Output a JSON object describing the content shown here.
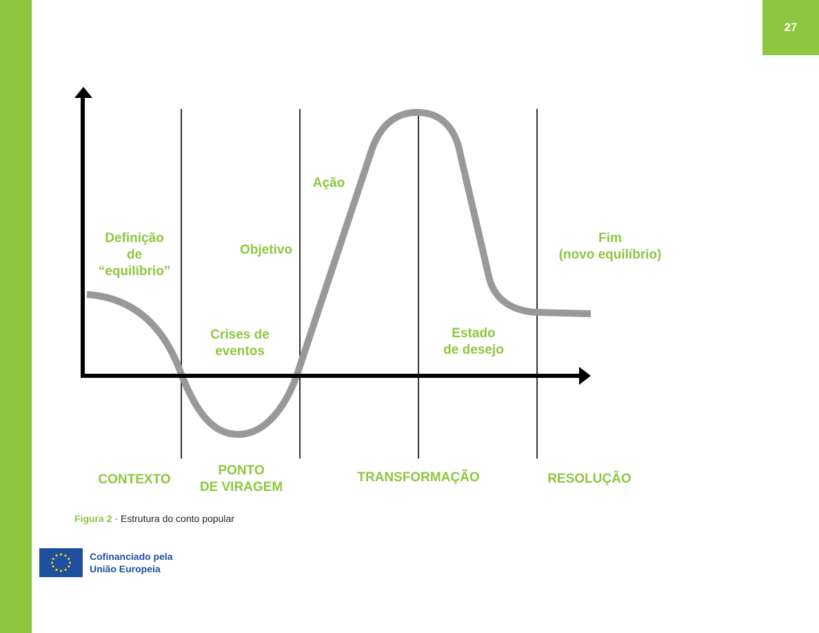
{
  "page_number": "27",
  "diagram": {
    "labels": {
      "definicao": [
        "Definição",
        "de",
        "“equilíbrio”"
      ],
      "objetivo": "Objetivo",
      "acao": "Ação",
      "crises": [
        "Crises de",
        "eventos"
      ],
      "estado": [
        "Estado",
        "de desejo"
      ],
      "fim": [
        "Fim",
        "(novo equilíbrio)"
      ]
    },
    "phases": {
      "contexto": "CONTEXTO",
      "ponto": [
        "PONTO",
        "DE VIRAGEM"
      ],
      "transformacao": "TRANSFORMAÇÃO",
      "resolucao": "RESOLUÇÃO"
    }
  },
  "caption": {
    "figure": "Figura 2 -",
    "text": "Estrutura do conto popular"
  },
  "eu_logo": {
    "line1": "Cofinanciado pela",
    "line2": "União Europeia"
  },
  "colors": {
    "accent": "#8dc63f",
    "curve": "#999999",
    "eu_blue": "#1f4f9f"
  }
}
